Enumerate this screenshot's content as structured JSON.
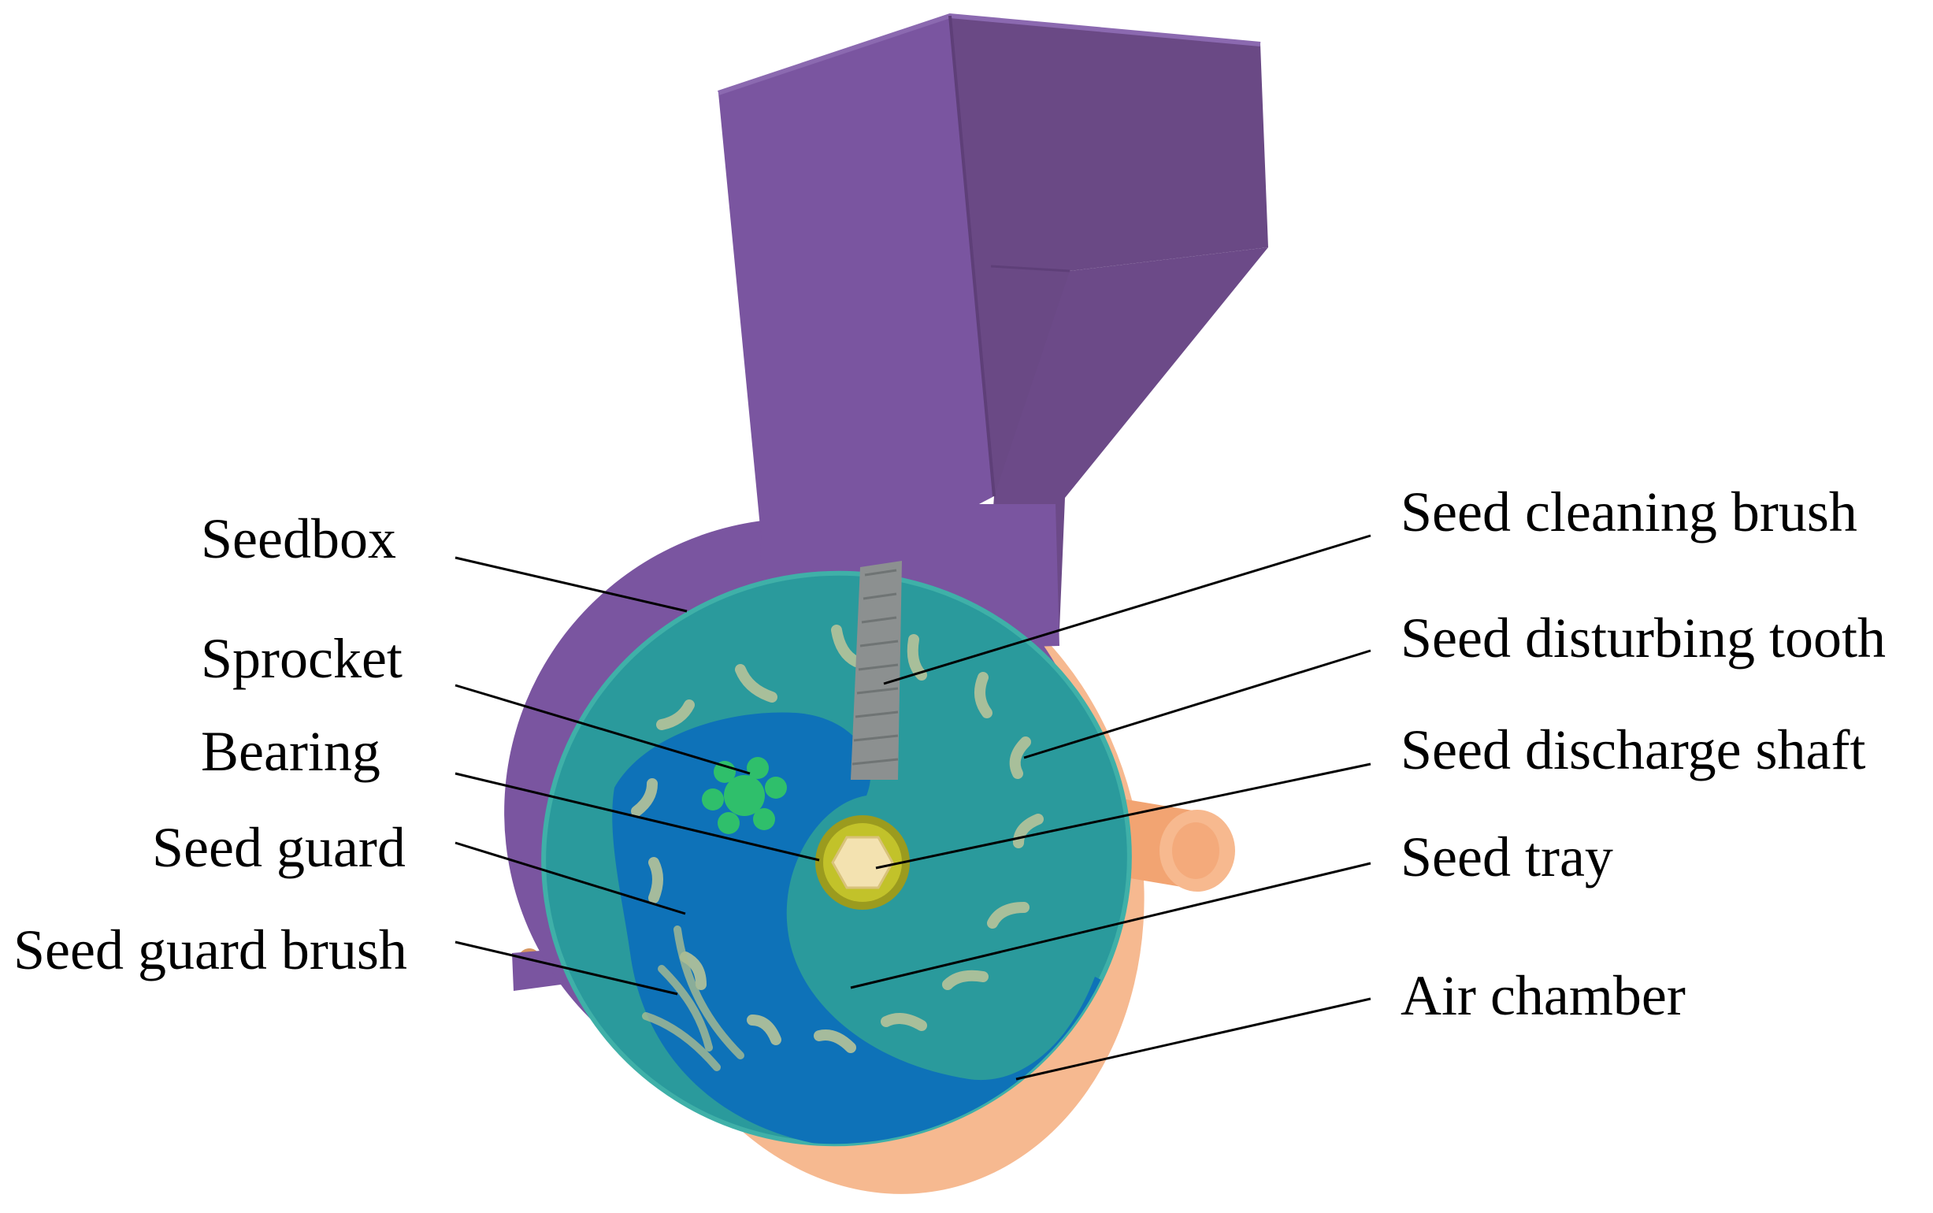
{
  "labels": {
    "seedbox": "Seedbox",
    "sprocket": "Sprocket",
    "bearing": "Bearing",
    "seed_guard": "Seed guard",
    "seed_guard_brush": "Seed guard brush",
    "seed_cleaning_brush": "Seed cleaning brush",
    "seed_disturbing_tooth": "Seed disturbing tooth",
    "seed_discharge_shaft": "Seed discharge shaft",
    "seed_tray": "Seed tray",
    "air_chamber": "Air chamber"
  },
  "colors": {
    "seedbox": "#7a55a0",
    "seedbox_dark": "#68467f",
    "air_chamber": "#f6b58a",
    "shaft": "#f2a472",
    "seed_tray": "#2a9a9c",
    "seed_guard": "#0e72b8",
    "sprocket": "#2fbf6b",
    "bearing": "#c2c22a",
    "teeth": "#b6c49a",
    "brush": "#8c9090",
    "leader": "#000000"
  }
}
